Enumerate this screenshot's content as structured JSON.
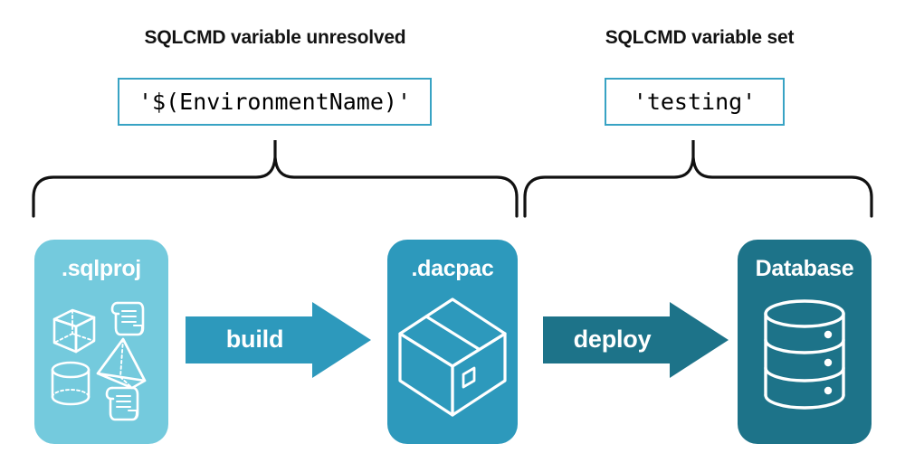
{
  "headings": {
    "left": "SQLCMD variable unresolved",
    "right": "SQLCMD variable set"
  },
  "code_boxes": {
    "left": "'$(EnvironmentName)'",
    "right": "'testing'"
  },
  "panels": [
    {
      "id": "sqlproj",
      "title": ".sqlproj",
      "color": "#74CADD",
      "icons": [
        "cube-icon",
        "pyramid-icon",
        "cylinder-icon",
        "script-scroll-icon",
        "script-scroll-icon"
      ]
    },
    {
      "id": "dacpac",
      "title": ".dacpac",
      "color": "#2D99BC",
      "icons": [
        "package-box-icon"
      ]
    },
    {
      "id": "database",
      "title": "Database",
      "color": "#1D7389",
      "icons": [
        "database-cylinder-icon"
      ]
    }
  ],
  "arrows": [
    {
      "id": "build",
      "label": "build",
      "color": "#2D99BC"
    },
    {
      "id": "deploy",
      "label": "deploy",
      "color": "#1D7389"
    }
  ],
  "colors": {
    "light_blue": "#74CADD",
    "mid_teal": "#2D99BC",
    "dark_teal": "#1D7389",
    "border_teal": "#38A3C4",
    "text_black": "#131313",
    "background": "#ffffff"
  },
  "braces": {
    "left_label_ref": "SQLCMD variable unresolved",
    "right_label_ref": "SQLCMD variable set"
  }
}
